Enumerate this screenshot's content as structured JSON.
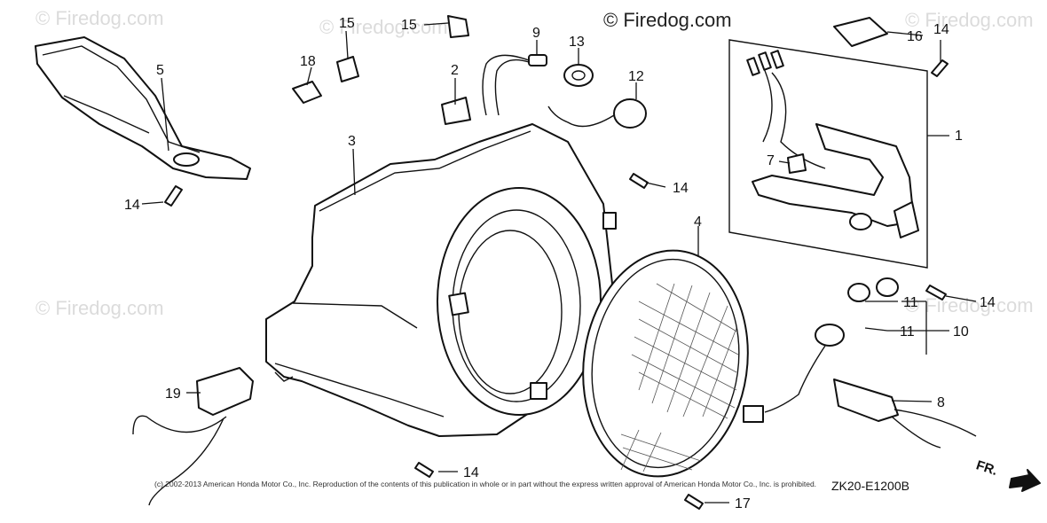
{
  "watermarks": {
    "main": "© Firedog.com",
    "faint": "© Firedog.com"
  },
  "diagram_code": "ZK20-E1200B",
  "copyright": "(c) 2002-2013 American Honda Motor Co., Inc. Reproduction of the contents of this publication in whole or in part without the express written approval of American Honda Motor Co., Inc. is prohibited.",
  "direction_label": "FR.",
  "callouts": {
    "c1": "1",
    "c2": "2",
    "c3": "3",
    "c4": "4",
    "c5": "5",
    "c7": "7",
    "c8": "8",
    "c9": "9",
    "c10": "10",
    "c11a": "11",
    "c11b": "11",
    "c12": "12",
    "c13": "13",
    "c14a": "14",
    "c14b": "14",
    "c14c": "14",
    "c14d": "14",
    "c14e": "14",
    "c15a": "15",
    "c15b": "15",
    "c16": "16",
    "c17": "17",
    "c18": "18",
    "c19": "19"
  }
}
